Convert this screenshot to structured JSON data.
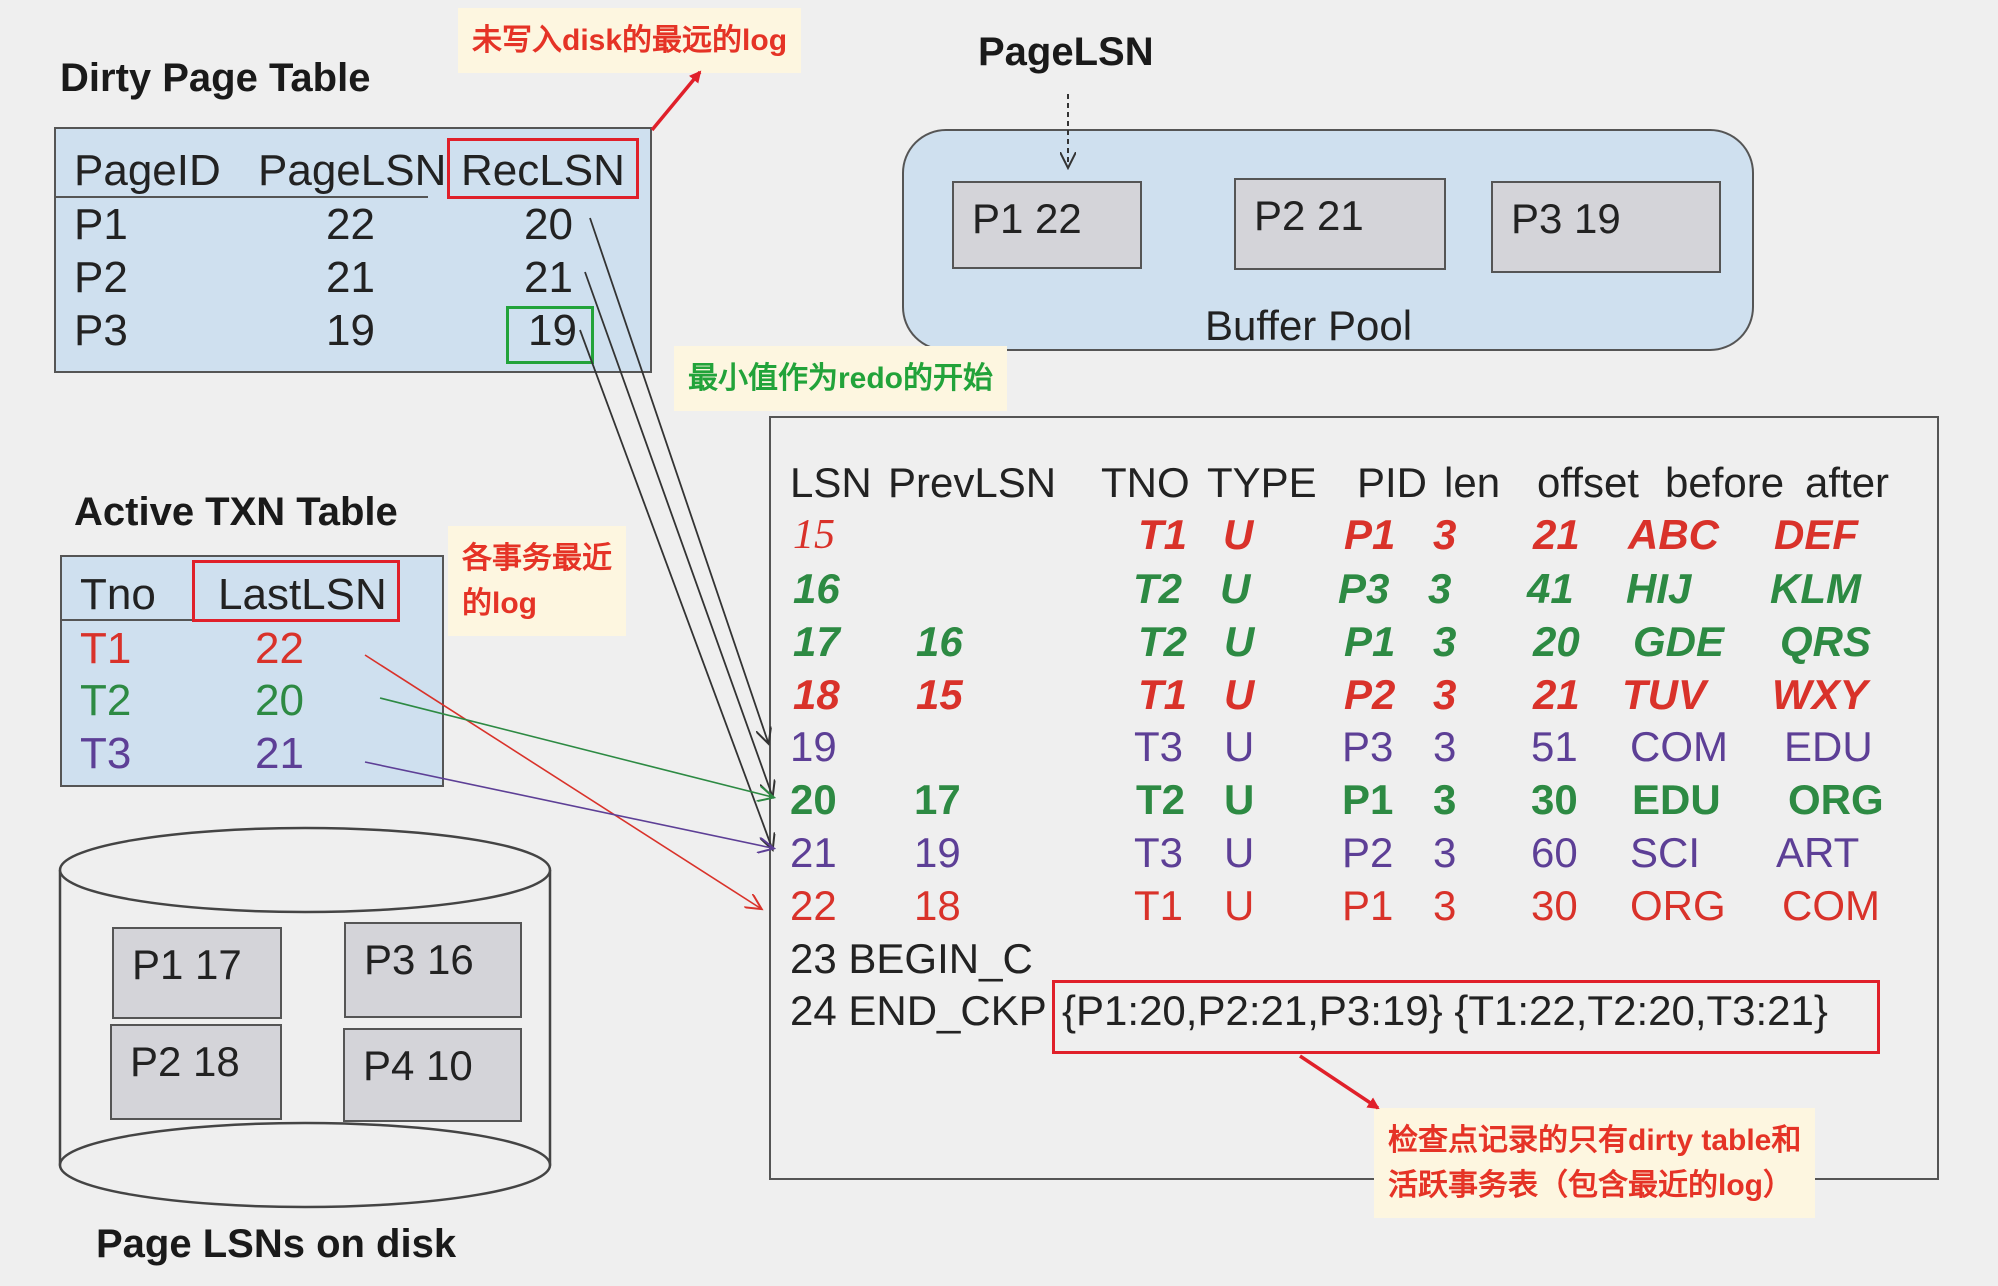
{
  "dirty_page_table": {
    "title": "Dirty Page Table",
    "headers": [
      "PageID",
      "PageLSN",
      "RecLSN"
    ],
    "rows": [
      {
        "page": "P1",
        "page_lsn": "22",
        "rec_lsn": "20"
      },
      {
        "page": "P2",
        "page_lsn": "21",
        "rec_lsn": "21"
      },
      {
        "page": "P3",
        "page_lsn": "19",
        "rec_lsn": "19"
      }
    ]
  },
  "active_txn_table": {
    "title": "Active TXN Table",
    "headers": [
      "Tno",
      "LastLSN"
    ],
    "rows": [
      {
        "tno": "T1",
        "last_lsn": "22",
        "color": "#d9322a"
      },
      {
        "tno": "T2",
        "last_lsn": "20",
        "color": "#2d8a43"
      },
      {
        "tno": "T3",
        "last_lsn": "21",
        "color": "#5d3f96"
      }
    ]
  },
  "disk": {
    "title": "Page LSNs on disk",
    "pages": [
      "P1 17",
      "P3 16",
      "P2 18",
      "P4 10"
    ]
  },
  "buffer_pool": {
    "top_label": "PageLSN",
    "label": "Buffer Pool",
    "pages": [
      "P1  22",
      "P2  21",
      "P3  19"
    ]
  },
  "notes": {
    "reclsn": "未写入disk的最远的log",
    "lastlsn_line1": "各事务最近",
    "lastlsn_line2": "的log",
    "min_redo": "最小值作为redo的开始",
    "checkpoint_line1": "检查点记录的只有dirty table和",
    "checkpoint_line2": "活跃事务表（包含最近的log）"
  },
  "log": {
    "headers": [
      "LSN",
      "PrevLSN",
      "TNO",
      "TYPE",
      "PID",
      "len",
      "offset",
      "before",
      "after"
    ],
    "rows": [
      {
        "lsn": "15",
        "prev": "",
        "tno": "T1",
        "type": "U",
        "pid": "P1",
        "len": "3",
        "offset": "21",
        "before": "ABC",
        "after": "DEF"
      },
      {
        "lsn": "16",
        "prev": "",
        "tno": "T2",
        "type": "U",
        "pid": "P3",
        "len": "3",
        "offset": "41",
        "before": "HIJ",
        "after": "KLM"
      },
      {
        "lsn": "17",
        "prev": "16",
        "tno": "T2",
        "type": "U",
        "pid": "P1",
        "len": "3",
        "offset": "20",
        "before": "GDE",
        "after": "QRS"
      },
      {
        "lsn": "18",
        "prev": "15",
        "tno": "T1",
        "type": "U",
        "pid": "P2",
        "len": "3",
        "offset": "21",
        "before": "TUV",
        "after": "WXY"
      },
      {
        "lsn": "19",
        "prev": "",
        "tno": "T3",
        "type": "U",
        "pid": "P3",
        "len": "3",
        "offset": "51",
        "before": "COM",
        "after": "EDU"
      },
      {
        "lsn": "20",
        "prev": "17",
        "tno": "T2",
        "type": "U",
        "pid": "P1",
        "len": "3",
        "offset": "30",
        "before": "EDU",
        "after": "ORG"
      },
      {
        "lsn": "21",
        "prev": "19",
        "tno": "T3",
        "type": "U",
        "pid": "P2",
        "len": "3",
        "offset": "60",
        "before": "SCI",
        "after": "ART"
      },
      {
        "lsn": "22",
        "prev": "18",
        "tno": "T1",
        "type": "U",
        "pid": "P1",
        "len": "3",
        "offset": "30",
        "before": "ORG",
        "after": "COM"
      }
    ],
    "begin": "23 BEGIN_C",
    "end_prefix": "24 END_CKP",
    "end_tables": "{P1:20,P2:21,P3:19} {T1:22,T2:20,T3:21}"
  },
  "colors": {
    "red": "#d9322a",
    "green": "#2d8a43",
    "purple": "#5d3f96",
    "highlight_red": "#e0202a"
  }
}
